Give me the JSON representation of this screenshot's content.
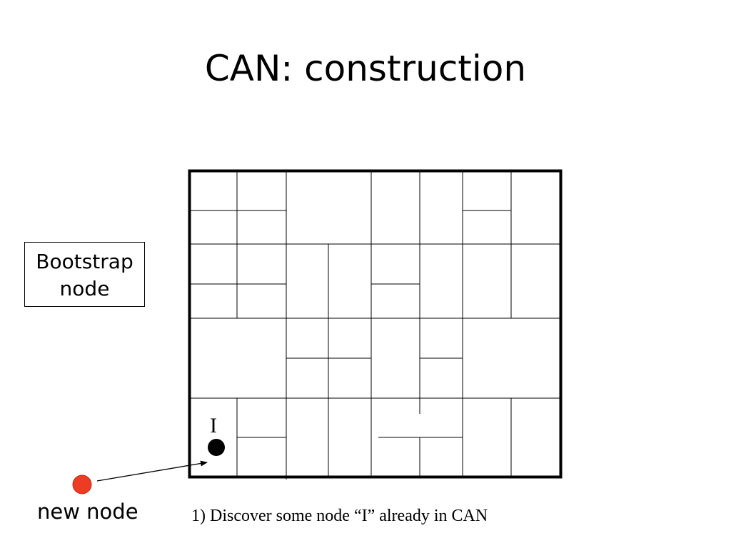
{
  "title": "CAN: construction",
  "bootstrap": {
    "line1": "Bootstrap",
    "line2": "node"
  },
  "node_i_label": "I",
  "new_node_label": "new node",
  "step_caption": "1) Discover some node “I” already in CAN",
  "colors": {
    "new_node": "#ee3b24",
    "existing_node": "#000000",
    "grid_border": "#000000"
  }
}
